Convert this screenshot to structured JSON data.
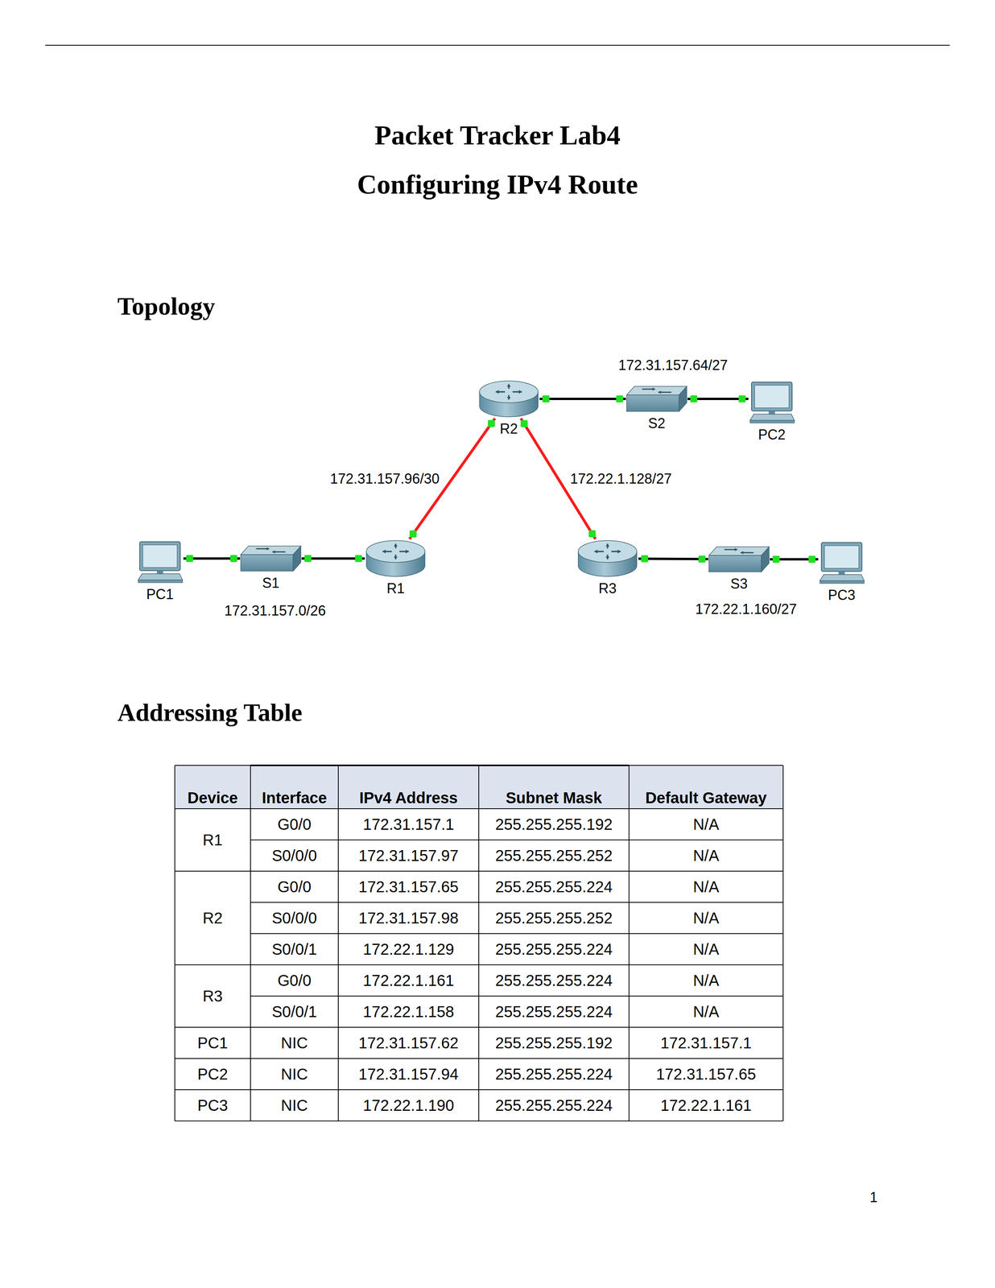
{
  "diagram": {
    "title": "Packet Tracker Lab4",
    "nodes": [
      {
        "text": [
          "PC1"
        ]
      },
      {
        "text": [
          "S1"
        ]
      },
      {
        "text": [
          "R1"
        ]
      },
      {
        "text": [
          "R2"
        ]
      },
      {
        "text": [
          "S2"
        ]
      },
      {
        "text": [
          "PC2"
        ]
      },
      {
        "text": [
          "R3"
        ]
      },
      {
        "text": [
          "S3"
        ]
      },
      {
        "text": [
          "PC3"
        ]
      }
    ],
    "edges": [
      {
        "from": 0,
        "to": 1,
        "arrow": "none"
      },
      {
        "from": 1,
        "to": 2,
        "arrow": "none"
      },
      {
        "from": 2,
        "to": 3,
        "label": "172.31.157.96/30",
        "arrow": "none"
      },
      {
        "from": 3,
        "to": 4,
        "arrow": "none"
      },
      {
        "from": 4,
        "to": 5,
        "arrow": "none"
      },
      {
        "from": 3,
        "to": 6,
        "label": "172.22.1.128/27",
        "arrow": "none"
      },
      {
        "from": 6,
        "to": 7,
        "arrow": "none"
      },
      {
        "from": 7,
        "to": 8,
        "arrow": "none"
      }
    ],
    "labels": [
      "Configuring IPv4 Route",
      "172.31.157.64/27",
      "172.31.157.0/26",
      "172.22.1.160/27",
      "Topology",
      "Addressing Table",
      "Device",
      "Interface",
      "IPv4 Address",
      "Subnet Mask",
      "Default Gateway",
      "R1",
      "G0/0",
      "172.31.157.1",
      "255.255.255.192",
      "N/A",
      "S0/0/0",
      "172.31.157.97",
      "255.255.255.252",
      "N/A",
      "R2",
      "G0/0",
      "172.31.157.65",
      "255.255.255.224",
      "N/A",
      "S0/0/0",
      "172.31.157.98",
      "255.255.255.252",
      "N/A",
      "S0/0/1",
      "172.22.1.129",
      "255.255.255.224",
      "N/A",
      "R3",
      "G0/0",
      "172.22.1.161",
      "255.255.255.224",
      "N/A",
      "S0/0/1",
      "172.22.1.158",
      "255.255.255.224",
      "N/A",
      "PC1",
      "NIC",
      "172.31.157.62",
      "255.255.255.192",
      "172.31.157.1",
      "PC2",
      "NIC",
      "172.31.157.94",
      "255.255.255.224",
      "172.31.157.65",
      "PC3",
      "NIC",
      "172.22.1.190",
      "255.255.255.224",
      "172.22.1.161",
      "1"
    ]
  }
}
